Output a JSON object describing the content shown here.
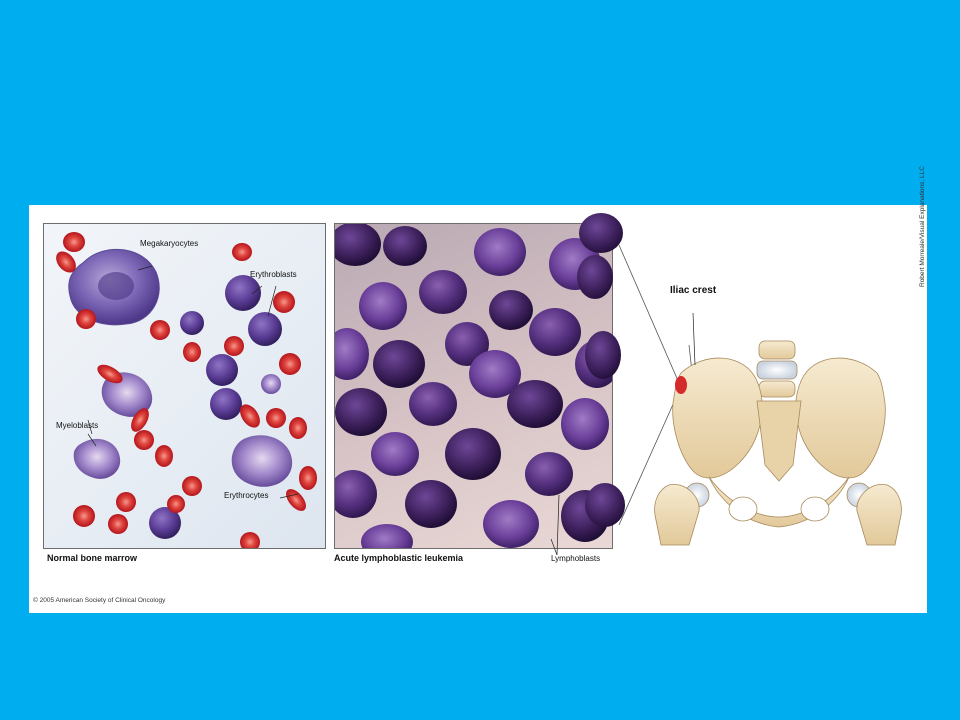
{
  "background_color": "#00aeef",
  "colors": {
    "erythrocyte": "#d0242b",
    "erythrocyte_center": "#f08a82",
    "blast_purple": "#5b3a8f",
    "lymphoblast_dark": "#3d2369",
    "bone": "#efdcb4",
    "iliac_highlight": "#d42a2a"
  },
  "normal_panel": {
    "caption": "Normal bone marrow",
    "labels": {
      "megakaryocytes": "Megakaryocytes",
      "erythroblasts": "Erythroblasts",
      "myeloblasts": "Myeloblasts",
      "erythrocytes": "Erythrocytes"
    }
  },
  "leukemia_panel": {
    "caption": "Acute lymphoblastic leukemia",
    "labels": {
      "lymphoblasts": "Lymphoblasts"
    }
  },
  "pelvis": {
    "label": "Iliac crest"
  },
  "copyright": "© 2005 American Society of Clinical Oncology",
  "illustrator_credit": "Robert Morreale/Visual Explanations, LLC"
}
